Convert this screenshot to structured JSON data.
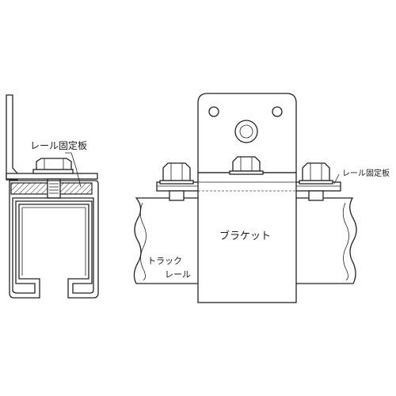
{
  "labels": {
    "rail_fixing_plate": "レール固定板",
    "bracket": "ブラケット",
    "track": "トラック",
    "rail": "レール",
    "rail_fixing_plate_right": "レール固定板"
  }
}
